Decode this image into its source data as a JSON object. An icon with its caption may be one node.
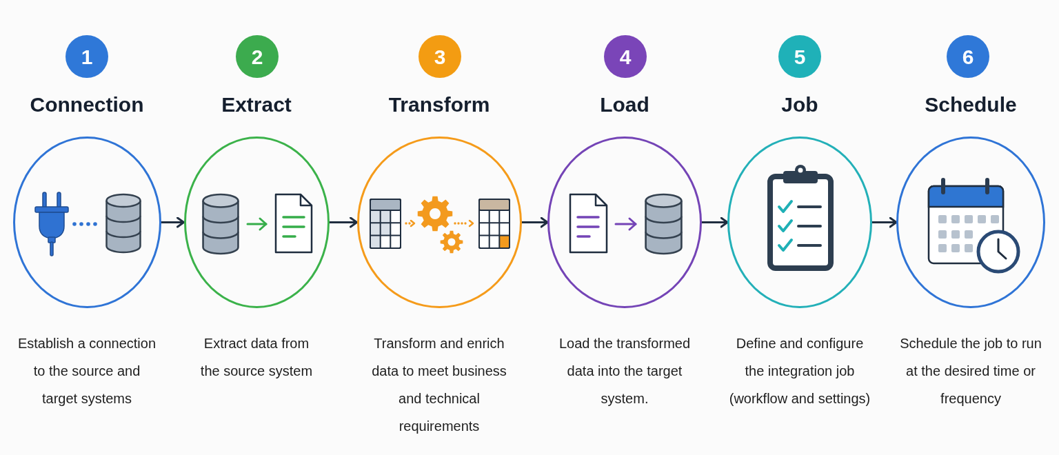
{
  "diagram": {
    "nodes": [
      {
        "text": [
          "1"
        ]
      },
      {
        "text": [
          "Connection"
        ],
        "beside": [
          "Establish a connection to the source and target systems"
        ]
      },
      {
        "text": [
          "2"
        ]
      },
      {
        "text": [
          "Extract"
        ],
        "beside": [
          "Extract data from the source system"
        ]
      },
      {
        "text": [
          "3"
        ]
      },
      {
        "text": [
          "Transform"
        ],
        "beside": [
          "Transform and enrich data to meet business and technical requirements"
        ]
      },
      {
        "text": [
          "4"
        ]
      },
      {
        "text": [
          "Load"
        ],
        "beside": [
          "Load the transformed data into the target system."
        ]
      },
      {
        "text": [
          "5"
        ]
      },
      {
        "text": [
          "Job"
        ],
        "beside": [
          "Define and configure the integration job (workflow and settings)"
        ]
      },
      {
        "text": [
          "6"
        ]
      },
      {
        "text": [
          "Schedule"
        ],
        "beside": [
          "Schedule the job to run at the desired time or frequency"
        ]
      }
    ],
    "edges": [
      {
        "from": 1,
        "to": 3,
        "arrow": "to"
      },
      {
        "from": 3,
        "to": 5,
        "arrow": "to"
      },
      {
        "from": 5,
        "to": 7,
        "arrow": "to"
      },
      {
        "from": 7,
        "to": 9,
        "arrow": "to"
      },
      {
        "from": 9,
        "to": 11,
        "arrow": "to"
      }
    ]
  }
}
